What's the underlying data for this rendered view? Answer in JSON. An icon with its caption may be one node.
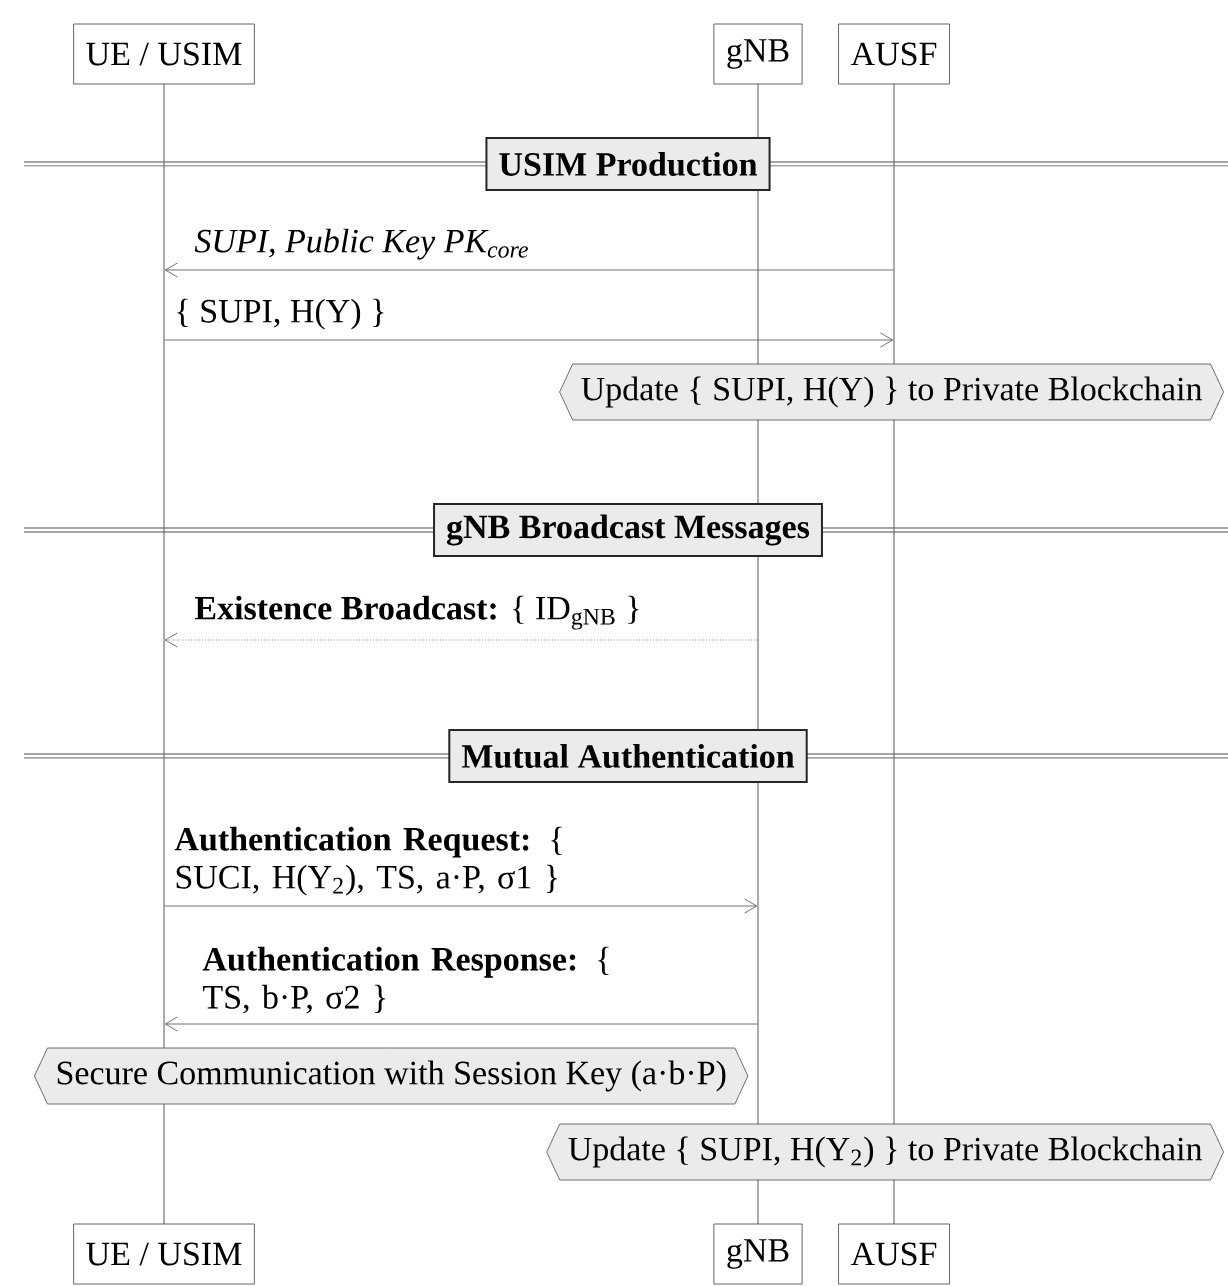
{
  "diagram": {
    "nodes": [
      {
        "text": [
          "UE / USIM"
        ]
      },
      {
        "text": [
          "gNB"
        ]
      },
      {
        "text": [
          "AUSF"
        ]
      },
      {
        "text": [],
        "shape": "bar"
      },
      {
        "text": [],
        "shape": "bar"
      },
      {
        "text": [],
        "shape": "bar"
      },
      {
        "text": [
          "USIM Production"
        ]
      },
      {
        "text": [
          "Update { SUPI, H(Y) } to Private Blockchain"
        ]
      },
      {
        "text": [
          "gNB Broadcast Messages"
        ]
      },
      {
        "text": [
          "Mutual Authentication"
        ]
      },
      {
        "text": [
          "Secure Communication with Session Key (a·b·P)"
        ]
      },
      {
        "text": [
          "Update { SUPI, H(Y$_{2}$) } to Private Blockchain"
        ]
      },
      {
        "text": [
          "UE / USIM"
        ]
      },
      {
        "text": [
          "gNB"
        ]
      },
      {
        "text": [
          "AUSF"
        ]
      }
    ],
    "edges": [
      {
        "from": 5,
        "to": 3,
        "arrow": "to",
        "label": "SUPI, Public Key PK$_{core}$"
      },
      {
        "from": 3,
        "to": 5,
        "arrow": "to",
        "label": "{ SUPI, H(Y) }"
      },
      {
        "from": 4,
        "to": 3,
        "arrow": "to",
        "style": "dashed",
        "label": "**Existence Broadcast:** { ID$_{gNB}$ }"
      },
      {
        "from": 3,
        "to": 4,
        "arrow": "to",
        "label": "**Authentication Request:** { SUCI, H(Y$_{2}$), TS, a·P, σ1 }"
      },
      {
        "from": 4,
        "to": 3,
        "arrow": "to",
        "label": "**Authentication Response:** { TS, b·P, σ2 }"
      }
    ]
  }
}
